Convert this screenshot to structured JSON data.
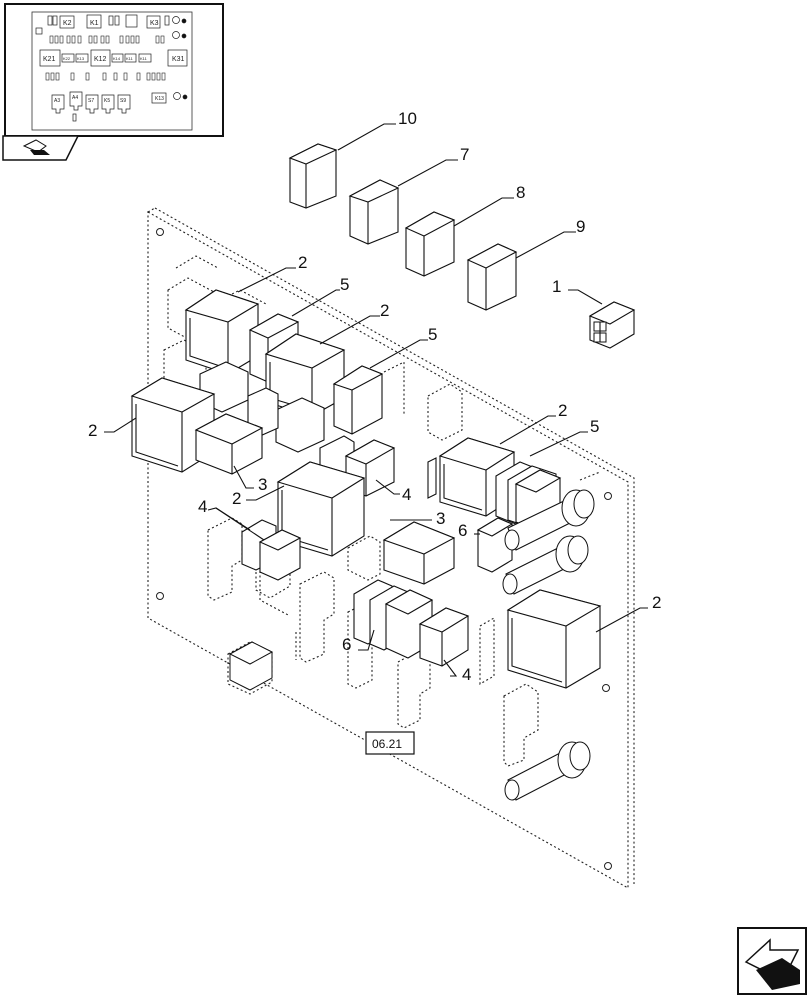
{
  "thumbnail": {
    "relay_labels": [
      "K2",
      "K1",
      "K3",
      "K21",
      "K12",
      "K31"
    ],
    "tiny_labels": [
      "K22",
      "K13",
      "K14",
      "K11",
      "K11"
    ],
    "bottom_labels": [
      "A3",
      "A4",
      "S7",
      "K5",
      "S9",
      "K13"
    ]
  },
  "callouts": [
    {
      "id": "c10",
      "text": "10"
    },
    {
      "id": "c7",
      "text": "7"
    },
    {
      "id": "c8",
      "text": "8"
    },
    {
      "id": "c9",
      "text": "9"
    },
    {
      "id": "c1",
      "text": "1"
    },
    {
      "id": "c2a",
      "text": "2"
    },
    {
      "id": "c5a",
      "text": "5"
    },
    {
      "id": "c2b",
      "text": "2"
    },
    {
      "id": "c5b",
      "text": "5"
    },
    {
      "id": "c2c",
      "text": "2"
    },
    {
      "id": "c2d",
      "text": "2"
    },
    {
      "id": "c5c",
      "text": "5"
    },
    {
      "id": "c3a",
      "text": "3"
    },
    {
      "id": "c2e",
      "text": "2"
    },
    {
      "id": "c4a",
      "text": "4"
    },
    {
      "id": "c4b",
      "text": "4"
    },
    {
      "id": "c3b",
      "text": "3"
    },
    {
      "id": "c6a",
      "text": "6"
    },
    {
      "id": "c6b",
      "text": "6"
    },
    {
      "id": "c4c",
      "text": "4"
    },
    {
      "id": "c2f",
      "text": "2"
    }
  ],
  "reference_box": "06.21",
  "icons": {
    "back_nav": "back-arrow-page-icon",
    "forward_nav": "forward-arrow-page-icon"
  }
}
